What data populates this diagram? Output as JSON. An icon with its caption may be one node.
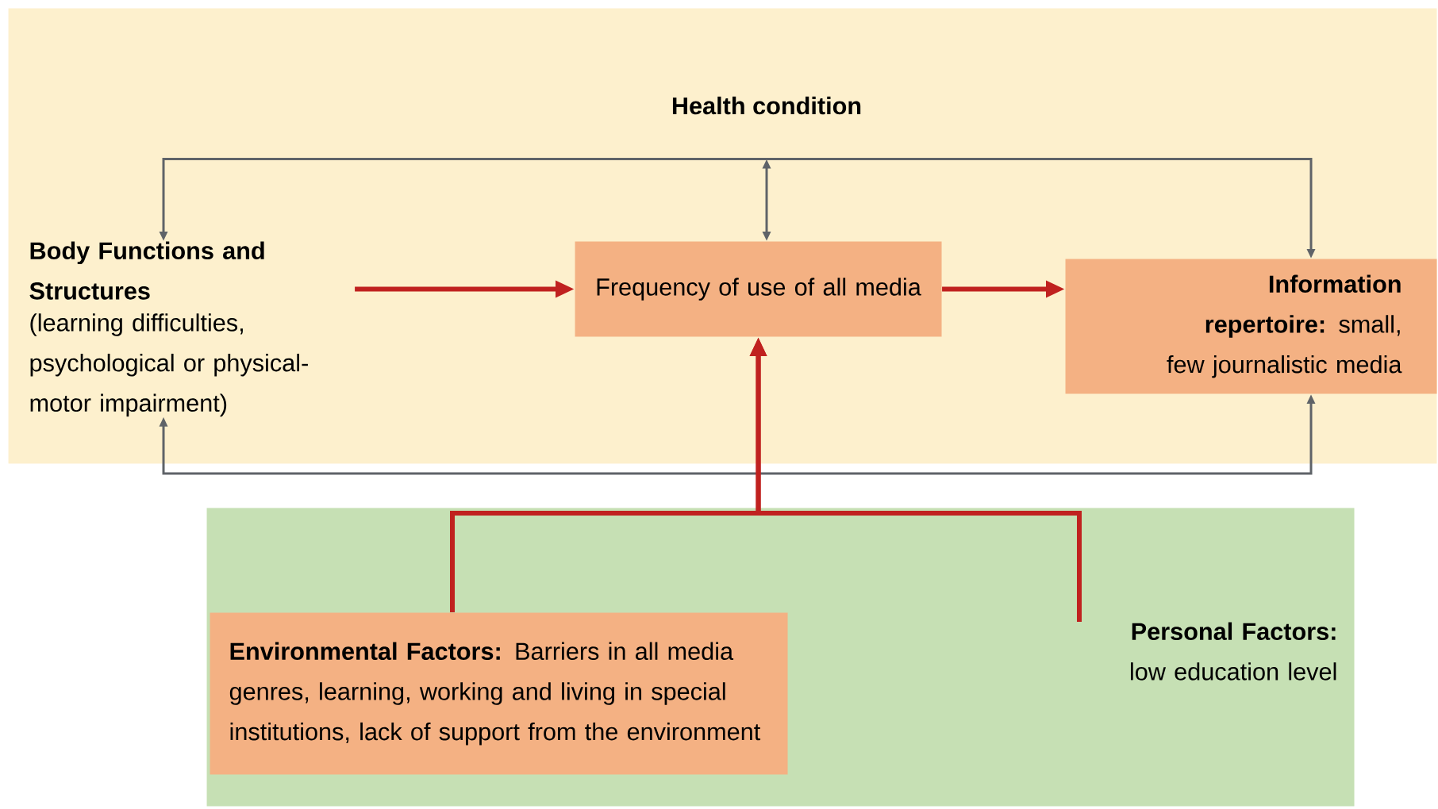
{
  "diagram": {
    "nodes": [
      {
        "text": [],
        "shape": "box"
      },
      {
        "text": [
          "Health condition"
        ],
        "in": 0
      },
      {
        "text": [
          "Body Functions and Structures",
          "(learning difficulties, psychological or physical-motor impairment)"
        ],
        "in": 0
      },
      {
        "text": [
          "Frequency of use of all media"
        ],
        "in": 0
      },
      {
        "text": [
          "**Information repertoire:** small, few journalistic media"
        ],
        "in": 0
      },
      {
        "text": [],
        "shape": "box"
      },
      {
        "text": [
          "**Environmental Factors:** Barriers in all media genres, learning, working and living in special institutions, lack of support from the environment"
        ],
        "in": 5
      },
      {
        "text": [
          "Personal Factors:",
          "low education level"
        ],
        "in": 5
      }
    ],
    "edges": [
      {
        "from": 1,
        "to": 2,
        "arrow": "to"
      },
      {
        "from": 1,
        "to": 3,
        "arrow": "both"
      },
      {
        "from": 1,
        "to": 4,
        "arrow": "to"
      },
      {
        "from": 2,
        "to": 4,
        "arrow": "both"
      },
      {
        "from": 2,
        "to": 3,
        "arrow": "to",
        "style": "thick",
        "color": "#c0211f"
      },
      {
        "from": 3,
        "to": 4,
        "arrow": "to",
        "style": "thick",
        "color": "#c0211f"
      },
      {
        "from": 6,
        "to": 3,
        "arrow": "to",
        "style": "thick",
        "color": "#c0211f"
      },
      {
        "from": 7,
        "to": 3,
        "arrow": "to",
        "style": "thick",
        "color": "#c0211f"
      }
    ]
  }
}
